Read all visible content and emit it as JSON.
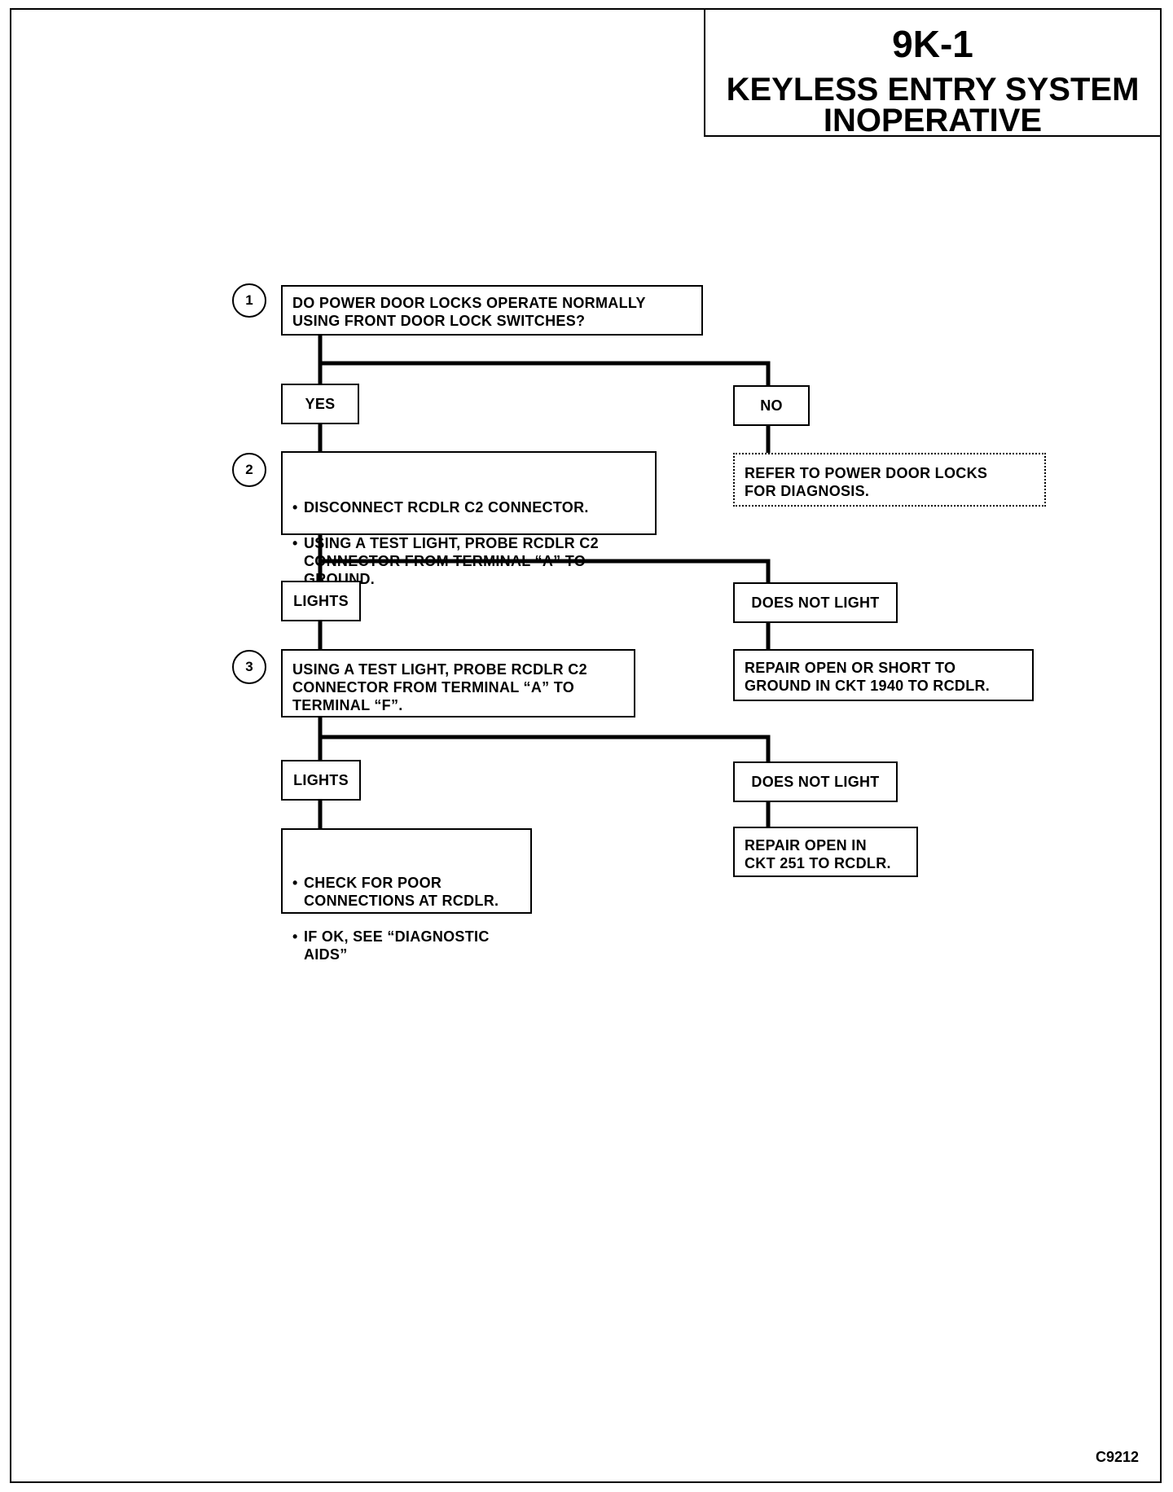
{
  "header": {
    "code": "9K-1",
    "title_line1": "KEYLESS ENTRY SYSTEM",
    "title_line2": "INOPERATIVE"
  },
  "steps": [
    {
      "number": "1",
      "text": "DO POWER DOOR LOCKS OPERATE NORMALLY\nUSING FRONT DOOR LOCK SWITCHES?"
    },
    {
      "number": "2",
      "bullets": [
        "DISCONNECT RCDLR C2 CONNECTOR.",
        "USING A TEST LIGHT, PROBE RCDLR C2\nCONNECTOR FROM TERMINAL “A” TO\nGROUND."
      ]
    },
    {
      "number": "3",
      "text": "USING A TEST LIGHT, PROBE RCDLR C2\nCONNECTOR FROM TERMINAL “A” TO\nTERMINAL “F”."
    }
  ],
  "branches": {
    "b1_yes": "YES",
    "b1_no": "NO",
    "b2_yes": "LIGHTS",
    "b2_no": "DOES NOT LIGHT",
    "b3_yes": "LIGHTS",
    "b3_no": "DOES NOT LIGHT"
  },
  "results": {
    "refer_power_door_locks": "REFER TO POWER DOOR LOCKS\nFOR DIAGNOSIS.",
    "repair_ckt_1940": "REPAIR OPEN OR SHORT TO\nGROUND IN CKT 1940 TO RCDLR.",
    "repair_ckt_251": "REPAIR OPEN IN\nCKT 251 TO RCDLR.",
    "check_connections": [
      "CHECK FOR POOR\nCONNECTIONS AT RCDLR.",
      "IF OK, SEE “DIAGNOSTIC\nAIDS”"
    ]
  },
  "footer": {
    "code": "C9212"
  }
}
